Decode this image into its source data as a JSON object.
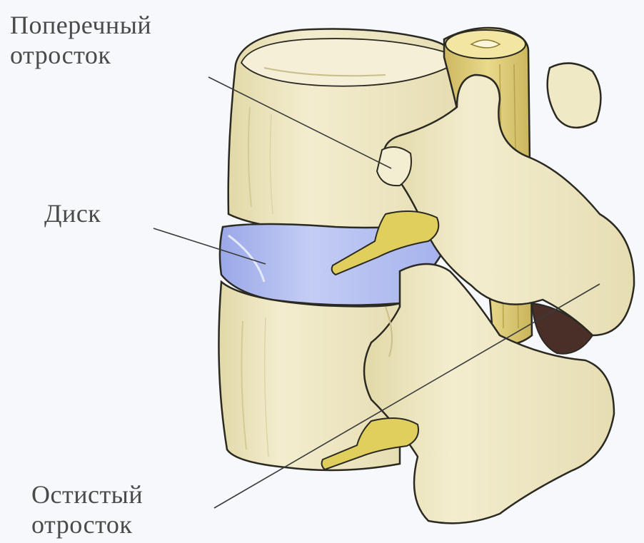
{
  "labels": {
    "transverse_process": {
      "line1": "Поперечный",
      "line2": "отросток"
    },
    "disc": {
      "text": "Диск"
    },
    "spinous_process": {
      "line1": "Остистый",
      "line2": "отросток"
    }
  },
  "colors": {
    "background": "#f6f8fb",
    "bone_fill": "#efe8c4",
    "bone_shadow": "#d8cfa0",
    "bone_outline": "#2b2a22",
    "disc_fill": "#a9b6ee",
    "disc_highlight": "#c8d1f5",
    "nerve_fill": "#e0cf5c",
    "spinal_cord_fill": "#d9c878",
    "cavity_dark": "#4a2e28",
    "leader_line": "#3a3a3a",
    "label_text": "#4a4a4a"
  }
}
